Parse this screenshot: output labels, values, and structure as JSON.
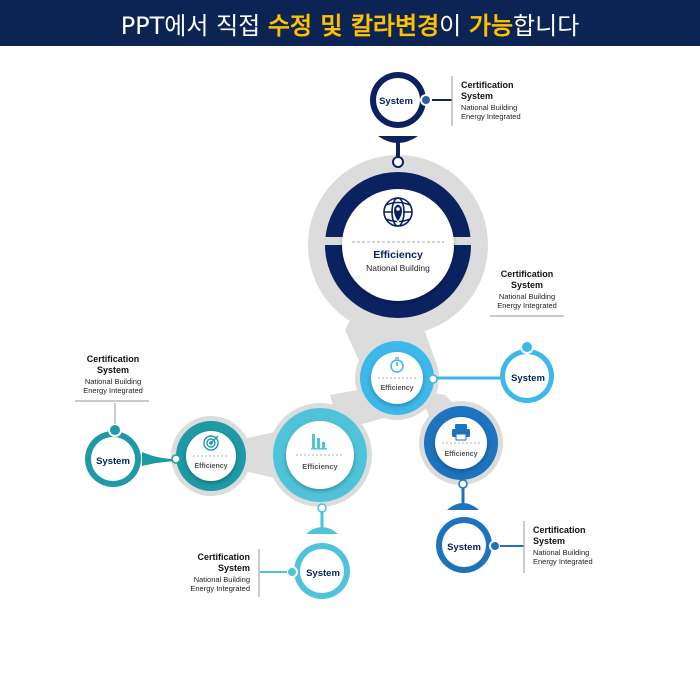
{
  "banner": {
    "parts": [
      "PPT에서 직접 ",
      "수정 및 칼라변경",
      "이 ",
      "가능",
      "합니다"
    ]
  },
  "colors": {
    "banner_bg": "#0c2454",
    "highlight": "#ffc000",
    "navy": "#0b2260",
    "blue": "#1e73be",
    "light_blue": "#3db8ea",
    "cyan": "#4fc3d9",
    "teal": "#1e9aa6",
    "gray_ring": "#dcdcdc"
  },
  "nodes": [
    {
      "id": "main",
      "title": "Efficiency",
      "subtitle": "National Building",
      "icon": "globe-pin-icon",
      "color": "navy"
    },
    {
      "id": "stopwatch",
      "title": "Efficiency",
      "icon": "stopwatch-icon",
      "color": "light_blue"
    },
    {
      "id": "printer",
      "title": "Efficiency",
      "icon": "printer-icon",
      "color": "blue"
    },
    {
      "id": "chart",
      "title": "Efficiency",
      "icon": "bar-chart-icon",
      "color": "cyan"
    },
    {
      "id": "target",
      "title": "Efficiency",
      "icon": "target-icon",
      "color": "teal"
    }
  ],
  "systems": [
    {
      "id": "top",
      "label": "System"
    },
    {
      "id": "right",
      "label": "System"
    },
    {
      "id": "bottom-right",
      "label": "System"
    },
    {
      "id": "bottom",
      "label": "System"
    },
    {
      "id": "left",
      "label": "System"
    }
  ],
  "callouts": [
    {
      "id": "top",
      "title1": "Certification",
      "title2": "System",
      "line1": "National Building",
      "line2": "Energy Integrated"
    },
    {
      "id": "right",
      "title1": "Certification",
      "title2": "System",
      "line1": "National Building",
      "line2": "Energy Integrated"
    },
    {
      "id": "bottom-right",
      "title1": "Certification",
      "title2": "System",
      "line1": "National Building",
      "line2": "Energy Integrated"
    },
    {
      "id": "bottom",
      "title1": "Certification",
      "title2": "System",
      "line1": "National Building",
      "line2": "Energy Integrated"
    },
    {
      "id": "left",
      "title1": "Certification",
      "title2": "System",
      "line1": "National Building",
      "line2": "Energy Integrated"
    }
  ]
}
